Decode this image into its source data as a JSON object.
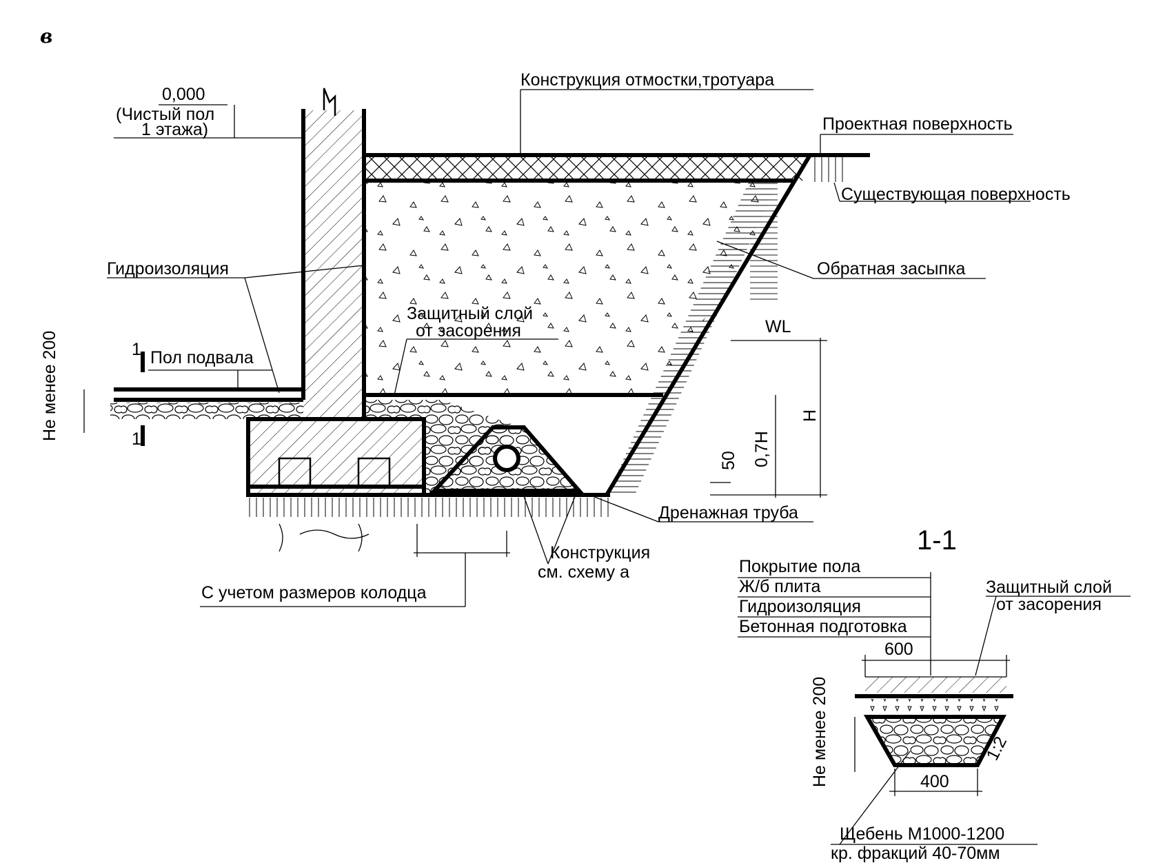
{
  "figure_letter": "в",
  "labels": {
    "level_value": "0,000",
    "level_note_1": "(Чистый пол",
    "level_note_2": "1 этажа)",
    "pavement": "Конструкция отмостки,тротуара",
    "design_surface": "Проектная поверхность",
    "existing_surface": "Существующая поверхность",
    "waterproofing": "Гидроизоляция",
    "backfill": "Обратная засыпка",
    "protective_layer_1": "Защитный слой",
    "protective_layer_2": "от засорения",
    "wl": "WL",
    "h": "H",
    "h07": "0,7H",
    "dim50": "50",
    "not_less_200": "Не менее  200",
    "basement_floor": "Пол подвала",
    "section_mark": "1",
    "drain_pipe": "Дренажная труба",
    "construction_1": "Конструкция",
    "construction_2": "см. схему а",
    "well_size": "С учетом размеров колодца"
  },
  "section": {
    "title": "1-1",
    "layers": [
      "Покрытие пола",
      "Ж/б плита",
      "Гидроизоляция",
      "Бетонная подготовка"
    ],
    "protective_1": "Защитный слой",
    "protective_2": "от засорения",
    "dim_top": "600",
    "dim_bottom": "400",
    "slope": "1:2",
    "not_less_200": "Не менее 200",
    "gravel_1": "Щебень М1000-1200",
    "gravel_2": "кр. фракций 40-70мм"
  }
}
